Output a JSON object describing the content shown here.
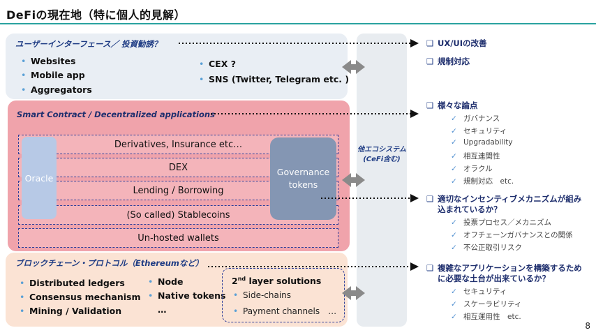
{
  "title": "DeFiの現在地（特に個人的見解）",
  "ui_panel": {
    "header": "ユーザーインターフェース／ 投資勧誘？",
    "left_items": [
      "Websites",
      "Mobile app",
      "Aggregators"
    ],
    "right_items": [
      "CEX ?",
      "SNS (Twitter, Telegram etc. )"
    ]
  },
  "sc_panel": {
    "header": "Smart Contract / Decentralized applications",
    "layers": [
      "Derivatives, Insurance etc…",
      "DEX",
      "Lending / Borrowing",
      "(So called) Stablecoins",
      "Un-hosted wallets"
    ],
    "oracle": "Oracle",
    "governance": [
      "Governance",
      "tokens"
    ]
  },
  "proto_panel": {
    "header": "ブロックチェーン・プロトコル（Ethereumなど）",
    "col1": [
      "Distributed ledgers",
      "Consensus mechanism",
      "Mining / Validation"
    ],
    "col2": [
      "Node",
      "Native tokens",
      "…"
    ],
    "l2": {
      "title_main": "2",
      "title_sup": "nd",
      "title_rest": " layer solutions",
      "items": [
        "Side-chains",
        "Payment channels　…"
      ]
    }
  },
  "eco": {
    "line1": "他エコシステム",
    "line2": "(CeFi含む)"
  },
  "right": {
    "g1": [
      "UX/UIの改善",
      "規制対応"
    ],
    "g2_head": "様々な論点",
    "g2_items": [
      "ガバナンス",
      "セキュリティ",
      "Upgradability",
      "相互連関性",
      "オラクル",
      "規制対応　etc."
    ],
    "g3_head_l1": "適切なインセンティブメカニズムが組み",
    "g3_head_l2": "込まれているか？",
    "g3_items": [
      "投票プロセス／メカニズム",
      "オフチェーンガバナンスとの関係",
      "不公正取引リスク"
    ],
    "g4_head_l1": "複雑なアプリケーションを構築するため",
    "g4_head_l2": "に必要な土台が出来ているか？",
    "g4_items": [
      "セキュリティ",
      "スケーラビリティ",
      "相互運用性　etc."
    ]
  },
  "page_number": "8",
  "colors": {
    "accent": "#2aa3a0",
    "ui_panel": "#e9eef4",
    "sc_panel": "#f0a3ab",
    "proto_panel": "#fbe3d4",
    "navy": "#1f3c84"
  }
}
